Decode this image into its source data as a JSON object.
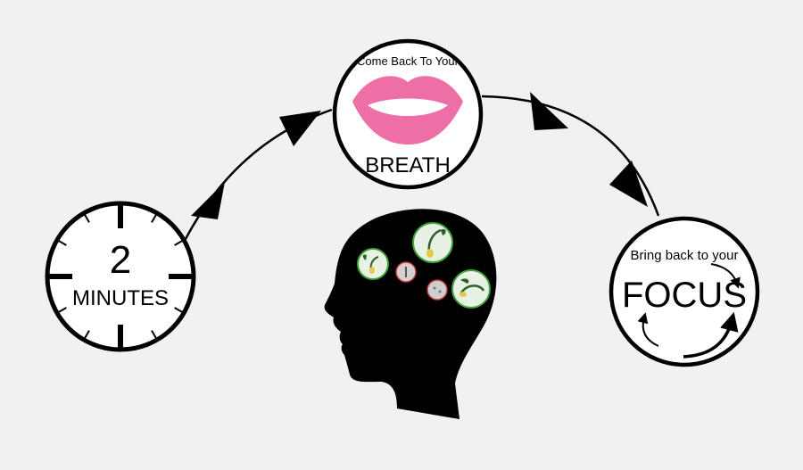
{
  "clock": {
    "number": "2",
    "label": "MINUTES"
  },
  "breath": {
    "top_text": "Come Back To Your",
    "bottom_text": "BREATH"
  },
  "focus": {
    "top_text": "Bring back to your",
    "main_text": "FOCUS"
  },
  "colors": {
    "background": "#f1f1f1",
    "lips": "#ee6fa6",
    "head": "#000000",
    "bubble_fill": "#e8f2e4",
    "bubble_stroke": "#3fa33a",
    "small_bubble_stroke": "#c23a3a",
    "sprout": "#2f5f2a",
    "seed": "#e6c94a"
  },
  "icons": [
    "clock-icon",
    "lips-icon",
    "head-silhouette-icon",
    "sprout-icon",
    "seed-icon",
    "cycle-arrows-icon"
  ]
}
